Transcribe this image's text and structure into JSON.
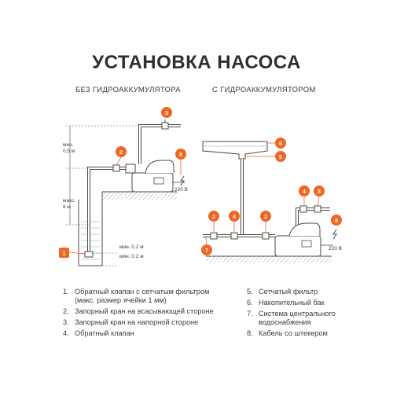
{
  "title": "УСТАНОВКА НАСОСА",
  "left_heading": "БЕЗ ГИДРОАККУМУЛЯТОРА",
  "right_heading": "С ГИДРОАККУМУЛЯТОРОМ",
  "labels": {
    "min_label": "мин.",
    "min_value": "0,5 м",
    "max_label": "макс.",
    "max_value": "8 м",
    "min_02_a": "мин. 0,2 м",
    "min_02_b": "мин. 0,2 м",
    "voltage_left": "220 В",
    "voltage_right": "220 В"
  },
  "badges": {
    "b1": "1",
    "b2": "2",
    "b3": "3",
    "b8": "8",
    "r6": "6",
    "r5": "5",
    "r4": "4",
    "r3": "3",
    "r2a": "2",
    "r4b": "4",
    "r2b": "2",
    "r7": "7",
    "r8": "8"
  },
  "legend_left": [
    {
      "num": "1.",
      "text": "Обратный клапан с сетчатым фильтром (макс. размер ячейки 1 мм)"
    },
    {
      "num": "2.",
      "text": "Запорный кран на всасывающей стороне"
    },
    {
      "num": "3.",
      "text": "Запорный кран на напорной стороне"
    },
    {
      "num": "4.",
      "text": "Обратный клапан"
    }
  ],
  "legend_right": [
    {
      "num": "5.",
      "text": "Сетчатый фильтр"
    },
    {
      "num": "6.",
      "text": "Накопительный бак"
    },
    {
      "num": "7.",
      "text": "Система центрального водоснабжения"
    },
    {
      "num": "8.",
      "text": "Кабель со штекером"
    }
  ],
  "colors": {
    "accent": "#f26522",
    "line": "#4a4a4a",
    "text": "#3b3b3b"
  }
}
